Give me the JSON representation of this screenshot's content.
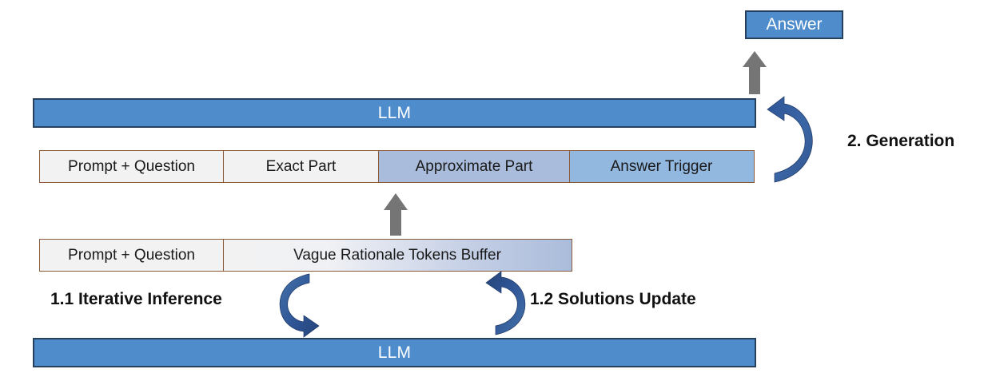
{
  "diagram": {
    "answer": {
      "label": "Answer"
    },
    "llm_top": {
      "label": "LLM"
    },
    "llm_bottom": {
      "label": "LLM"
    },
    "generation_sequence": {
      "cells": [
        {
          "label": "Prompt + Question",
          "style": "plain"
        },
        {
          "label": "Exact Part",
          "style": "plain"
        },
        {
          "label": "Approximate Part",
          "style": "approximate"
        },
        {
          "label": "Answer Trigger",
          "style": "trigger"
        }
      ]
    },
    "buffer_sequence": {
      "cells": [
        {
          "label": "Prompt + Question",
          "style": "plain"
        },
        {
          "label": "Vague Rationale Tokens Buffer",
          "style": "buffer-gradient"
        }
      ]
    },
    "steps": {
      "iterative_inference": "1.1 Iterative Inference",
      "solutions_update": "1.2 Solutions Update",
      "generation": "2. Generation"
    },
    "arrows": {
      "answer_up": "gray-up-arrow-icon",
      "buffer_to_sequence": "gray-up-arrow-icon",
      "iterative_inference_loop": "curved-down-arrow-icon",
      "solutions_update_loop": "curved-up-arrow-icon",
      "generation_loop": "curved-up-arrow-icon"
    },
    "colors": {
      "llm_blue": "#4e8ccc",
      "llm_border": "#27405e",
      "approximate_blue": "#aabcdb",
      "trigger_blue": "#93b8e0",
      "cell_bg": "#f2f2f2",
      "cell_border": "#8a5a3b",
      "gray_arrow": "#757575",
      "curved_arrow": "#2f5597"
    }
  }
}
